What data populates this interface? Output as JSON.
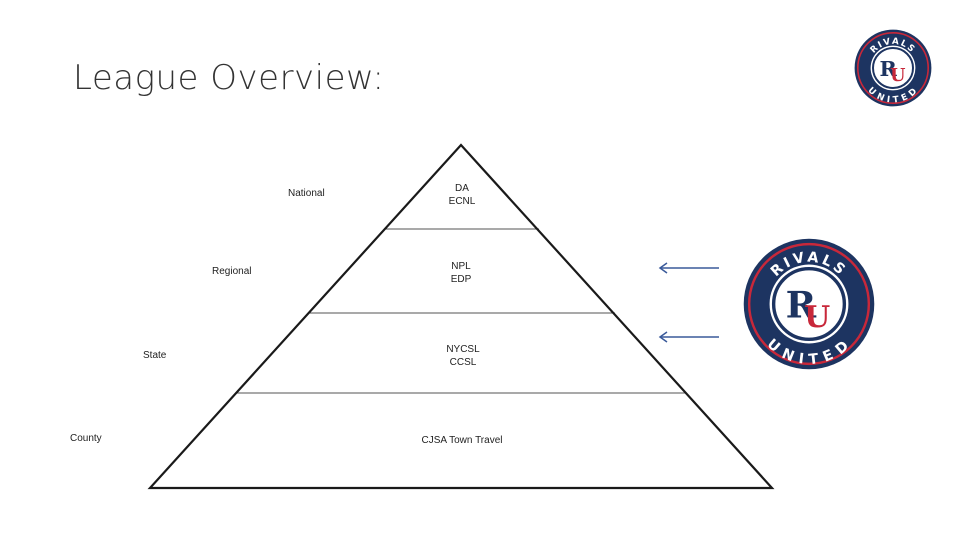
{
  "title": "League Overview:",
  "tiers": [
    {
      "level": "National",
      "leagues": [
        "DA",
        "ECNL"
      ]
    },
    {
      "level": "Regional",
      "leagues": [
        "NPL",
        "EDP"
      ]
    },
    {
      "level": "State",
      "leagues": [
        "NYCSL",
        "CCSL"
      ]
    },
    {
      "level": "County",
      "leagues": [
        "CJSA Town Travel"
      ]
    }
  ],
  "logo": {
    "top_text": "RIVALS",
    "bottom_text": "UNITED",
    "monogram_r": "R",
    "monogram_u": "U",
    "colors": {
      "navy": "#1d3461",
      "red": "#c8283a",
      "white": "#ffffff"
    }
  },
  "arrows": {
    "color": "#3a5a9a",
    "pointing_to": [
      "Regional",
      "State"
    ]
  }
}
